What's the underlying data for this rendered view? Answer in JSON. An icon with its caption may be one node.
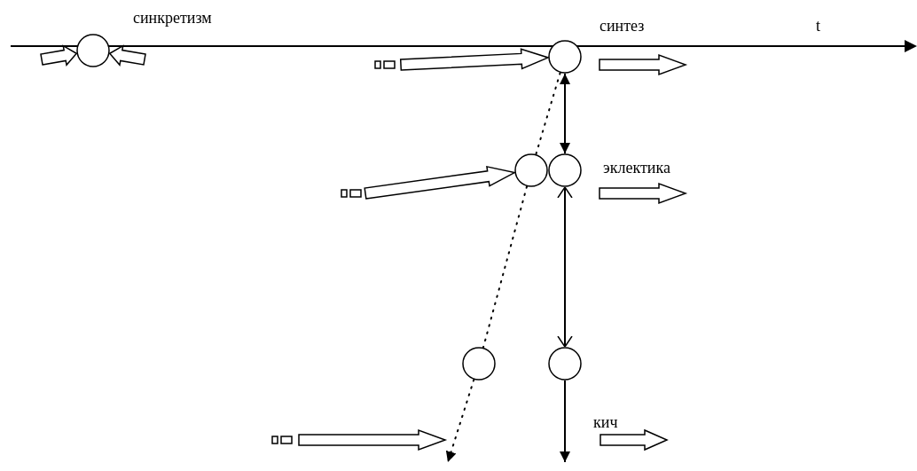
{
  "diagram": {
    "nodes": [
      {
        "text": [],
        "shape": "circle"
      },
      {
        "text": [],
        "shape": "circle"
      },
      {
        "text": [],
        "shape": "circle"
      },
      {
        "text": [],
        "shape": "circle"
      },
      {
        "text": [],
        "shape": "circle"
      },
      {
        "text": [],
        "shape": "circle"
      }
    ],
    "edges": [
      {
        "from": null,
        "to": 0,
        "arrow": "to",
        "style": "thick"
      },
      {
        "from": null,
        "to": 0,
        "arrow": "to",
        "style": "thick"
      },
      {
        "from": null,
        "to": 1,
        "arrow": "to",
        "style": "thick"
      },
      {
        "from": 1,
        "to": 3,
        "arrow": "both"
      },
      {
        "from": null,
        "to": 2,
        "arrow": "to",
        "style": "thick"
      },
      {
        "from": 3,
        "to": 5,
        "arrow": "both"
      },
      {
        "from": 5,
        "to": null,
        "arrow": "to"
      },
      {
        "from": 1,
        "to": 2,
        "arrow": "none",
        "style": "dashed"
      },
      {
        "from": 2,
        "to": 4,
        "arrow": "none",
        "style": "dashed"
      },
      {
        "from": 4,
        "to": null,
        "arrow": "to",
        "style": "dashed"
      }
    ],
    "labels": [
      "синкретизм",
      "синтез",
      "t",
      "эклектика",
      "кич"
    ]
  }
}
